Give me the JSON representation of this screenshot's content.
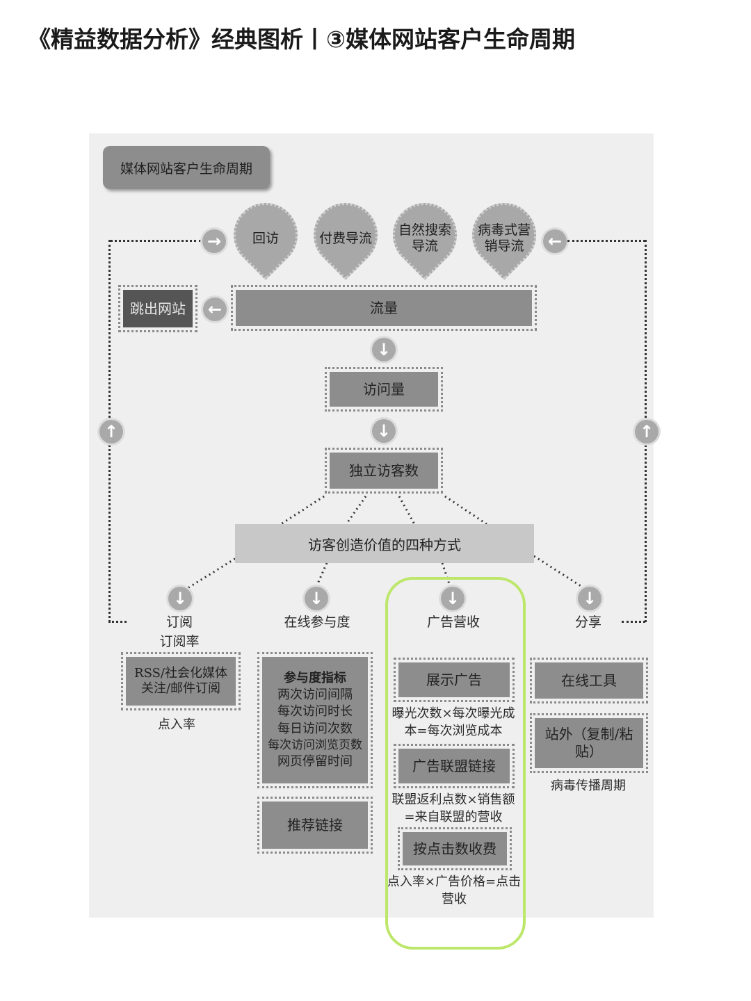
{
  "page_title": "《精益数据分析》经典图析丨③媒体网站客户生命周期",
  "diagram": {
    "title": "媒体网站客户生命周期",
    "sources": [
      "回访",
      "付费导流",
      "自然搜索导流",
      "病毒式营销导流"
    ],
    "exit": "跳出网站",
    "flow": [
      "流量",
      "访问量",
      "独立访客数"
    ],
    "value_ways": "访客创造价值的四种方式",
    "branches": {
      "subscribe": {
        "label": "订阅",
        "metric": "订阅率",
        "box": "RSS/社会化媒体关注/邮件订阅",
        "caption": "点入率"
      },
      "engagement": {
        "label": "在线参与度",
        "metrics_title": "参与度指标",
        "metrics": [
          "两次访问间隔",
          "每次访问时长",
          "每日访问次数",
          "每次访问浏览页数",
          "网页停留时间"
        ],
        "referral": "推荐链接"
      },
      "ads": {
        "label": "广告营收",
        "display": "展示广告",
        "display_formula": "曝光次数×每次曝光成本=每次浏览成本",
        "affiliate": "广告联盟链接",
        "affiliate_formula": "联盟返利点数×销售额 =来自联盟的营收",
        "cpc": "按点击数收费",
        "cpc_formula": "点入率×广告价格=点击营收"
      },
      "share": {
        "label": "分享",
        "tools": "在线工具",
        "offsite": "站外（复制/粘贴）",
        "caption": "病毒传播周期"
      }
    }
  },
  "colors": {
    "highlight": "#bde76a",
    "box": "#8d8d8d",
    "exit_box": "#555555",
    "background": "#efefef"
  },
  "icons": {
    "arrow_down": "↓",
    "arrow_up": "↑",
    "arrow_left": "←",
    "arrow_right": "→"
  }
}
